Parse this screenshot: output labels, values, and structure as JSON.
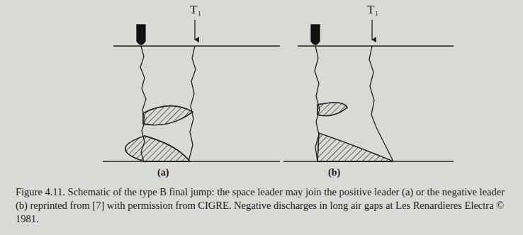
{
  "diagram": {
    "caption": "Figure 4.11. Schematic of the type B final jump: the space leader may join the positive leader (a) or the negative leader (b) reprinted from [7] with permission from CIGRE. Negative discharges in long air gaps at Les Renardieres Electra © 1981.",
    "labels": [
      "T₁",
      "T₁",
      "(a)",
      "(b)"
    ]
  }
}
